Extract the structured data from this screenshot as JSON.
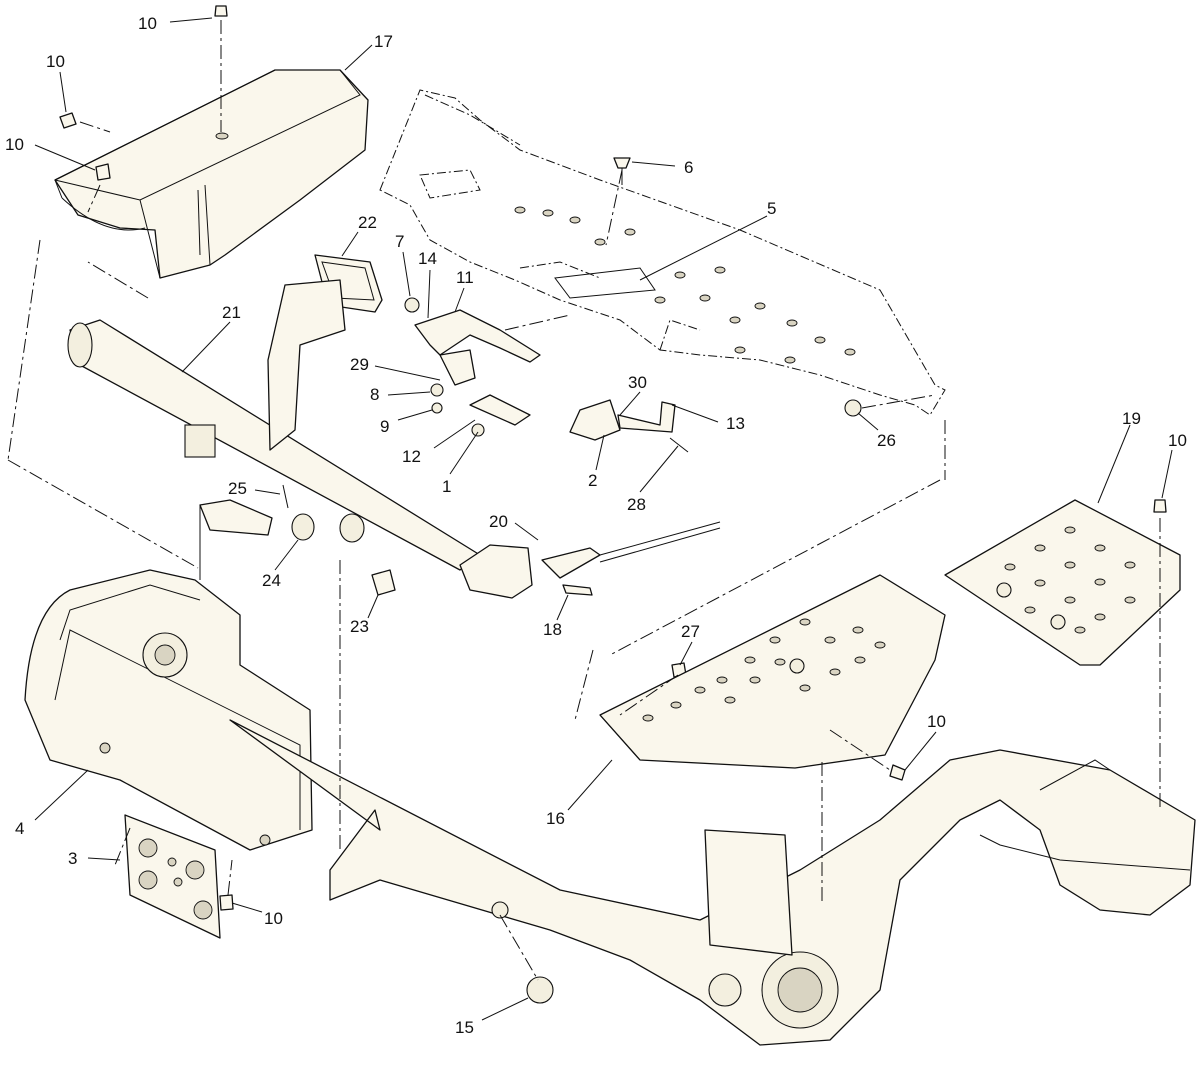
{
  "callouts": [
    {
      "id": "c10a",
      "text": "10"
    },
    {
      "id": "c17",
      "text": "17"
    },
    {
      "id": "c10b",
      "text": "10"
    },
    {
      "id": "c10c",
      "text": "10"
    },
    {
      "id": "c6",
      "text": "6"
    },
    {
      "id": "c5",
      "text": "5"
    },
    {
      "id": "c22",
      "text": "22"
    },
    {
      "id": "c7",
      "text": "7"
    },
    {
      "id": "c14",
      "text": "14"
    },
    {
      "id": "c11",
      "text": "11"
    },
    {
      "id": "c21",
      "text": "21"
    },
    {
      "id": "c29",
      "text": "29"
    },
    {
      "id": "c8",
      "text": "8"
    },
    {
      "id": "c9",
      "text": "9"
    },
    {
      "id": "c12",
      "text": "12"
    },
    {
      "id": "c1",
      "text": "1"
    },
    {
      "id": "c30",
      "text": "30"
    },
    {
      "id": "c13",
      "text": "13"
    },
    {
      "id": "c2",
      "text": "2"
    },
    {
      "id": "c28",
      "text": "28"
    },
    {
      "id": "c26",
      "text": "26"
    },
    {
      "id": "c19",
      "text": "19"
    },
    {
      "id": "c10d",
      "text": "10"
    },
    {
      "id": "c25",
      "text": "25"
    },
    {
      "id": "c24",
      "text": "24"
    },
    {
      "id": "c23",
      "text": "23"
    },
    {
      "id": "c20",
      "text": "20"
    },
    {
      "id": "c18",
      "text": "18"
    },
    {
      "id": "c27",
      "text": "27"
    },
    {
      "id": "c16",
      "text": "16"
    },
    {
      "id": "c10e",
      "text": "10"
    },
    {
      "id": "c4",
      "text": "4"
    },
    {
      "id": "c3",
      "text": "3"
    },
    {
      "id": "c10f",
      "text": "10"
    },
    {
      "id": "c15",
      "text": "15"
    }
  ]
}
